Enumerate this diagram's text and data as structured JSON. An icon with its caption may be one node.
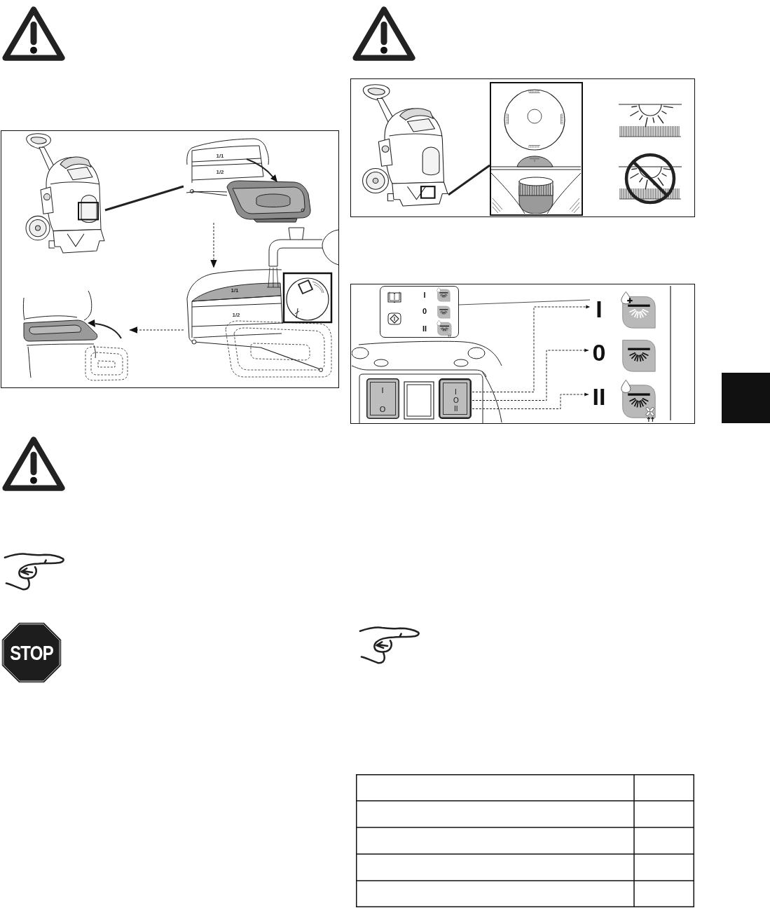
{
  "diagram": {
    "nodes": [
      {
        "text": [],
        "shape": "picture"
      },
      {
        "text": [
          "1/1",
          "1/2"
        ]
      },
      {
        "text": [
          "1/1",
          "1/2"
        ]
      },
      {
        "text": [],
        "shape": "picture"
      },
      {
        "text": [
          "STOP"
        ]
      },
      {
        "text": [],
        "shape": "picture"
      },
      {
        "text": [],
        "shape": "picture"
      },
      {
        "text": [
          "I",
          "0",
          "II"
        ]
      },
      {
        "text": [
          "I",
          "O"
        ]
      },
      {
        "text": [],
        "shape": "box"
      },
      {
        "text": [
          "I"
        ],
        "in": 9
      },
      {
        "text": [
          "O"
        ],
        "in": 9
      },
      {
        "text": [
          "II"
        ],
        "in": 9
      },
      {
        "text": [
          "I"
        ]
      },
      {
        "text": [
          "0"
        ]
      },
      {
        "text": [
          "II"
        ]
      }
    ],
    "edges": [
      {
        "from": 0,
        "to": 1,
        "arrow": "none",
        "style": "thick"
      },
      {
        "from": 1,
        "to": 2,
        "arrow": "to",
        "style": "dashed"
      },
      {
        "from": 2,
        "to": 3,
        "arrow": "to",
        "style": "dashed"
      },
      {
        "from": 5,
        "to": 6,
        "arrow": "none",
        "style": "thick"
      },
      {
        "from": 7,
        "to": 13,
        "arrow": "none"
      },
      {
        "from": 10,
        "to": 13,
        "arrow": "to",
        "style": "dashed"
      },
      {
        "from": 11,
        "to": 14,
        "arrow": "to",
        "style": "dashed"
      },
      {
        "from": 12,
        "to": 15,
        "arrow": "to",
        "style": "dashed"
      }
    ]
  }
}
